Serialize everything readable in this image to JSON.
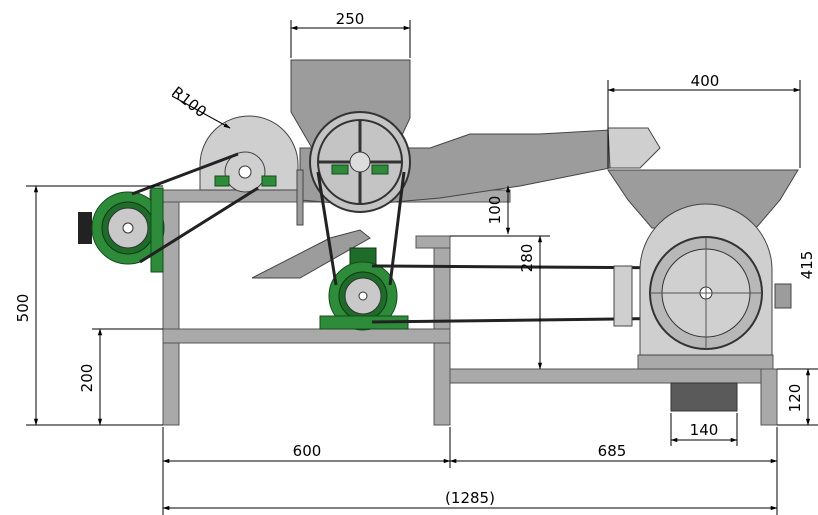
{
  "dimensions": {
    "hopper_top_width": "250",
    "cutter_radius": "R100",
    "mill_hopper_width": "400",
    "mill_height": "415",
    "chute_offset": "100",
    "motor_drop": "280",
    "frame_height": "500",
    "lower_rail": "200",
    "base_height": "120",
    "outlet_width": "140",
    "left_span": "600",
    "right_span": "685",
    "total_length": "(1285)"
  },
  "colors": {
    "frame": "#a9a9a9",
    "metal": "#9c9c9c",
    "motor_green": "#2e8b3a",
    "dimension_lines": "#000000"
  }
}
